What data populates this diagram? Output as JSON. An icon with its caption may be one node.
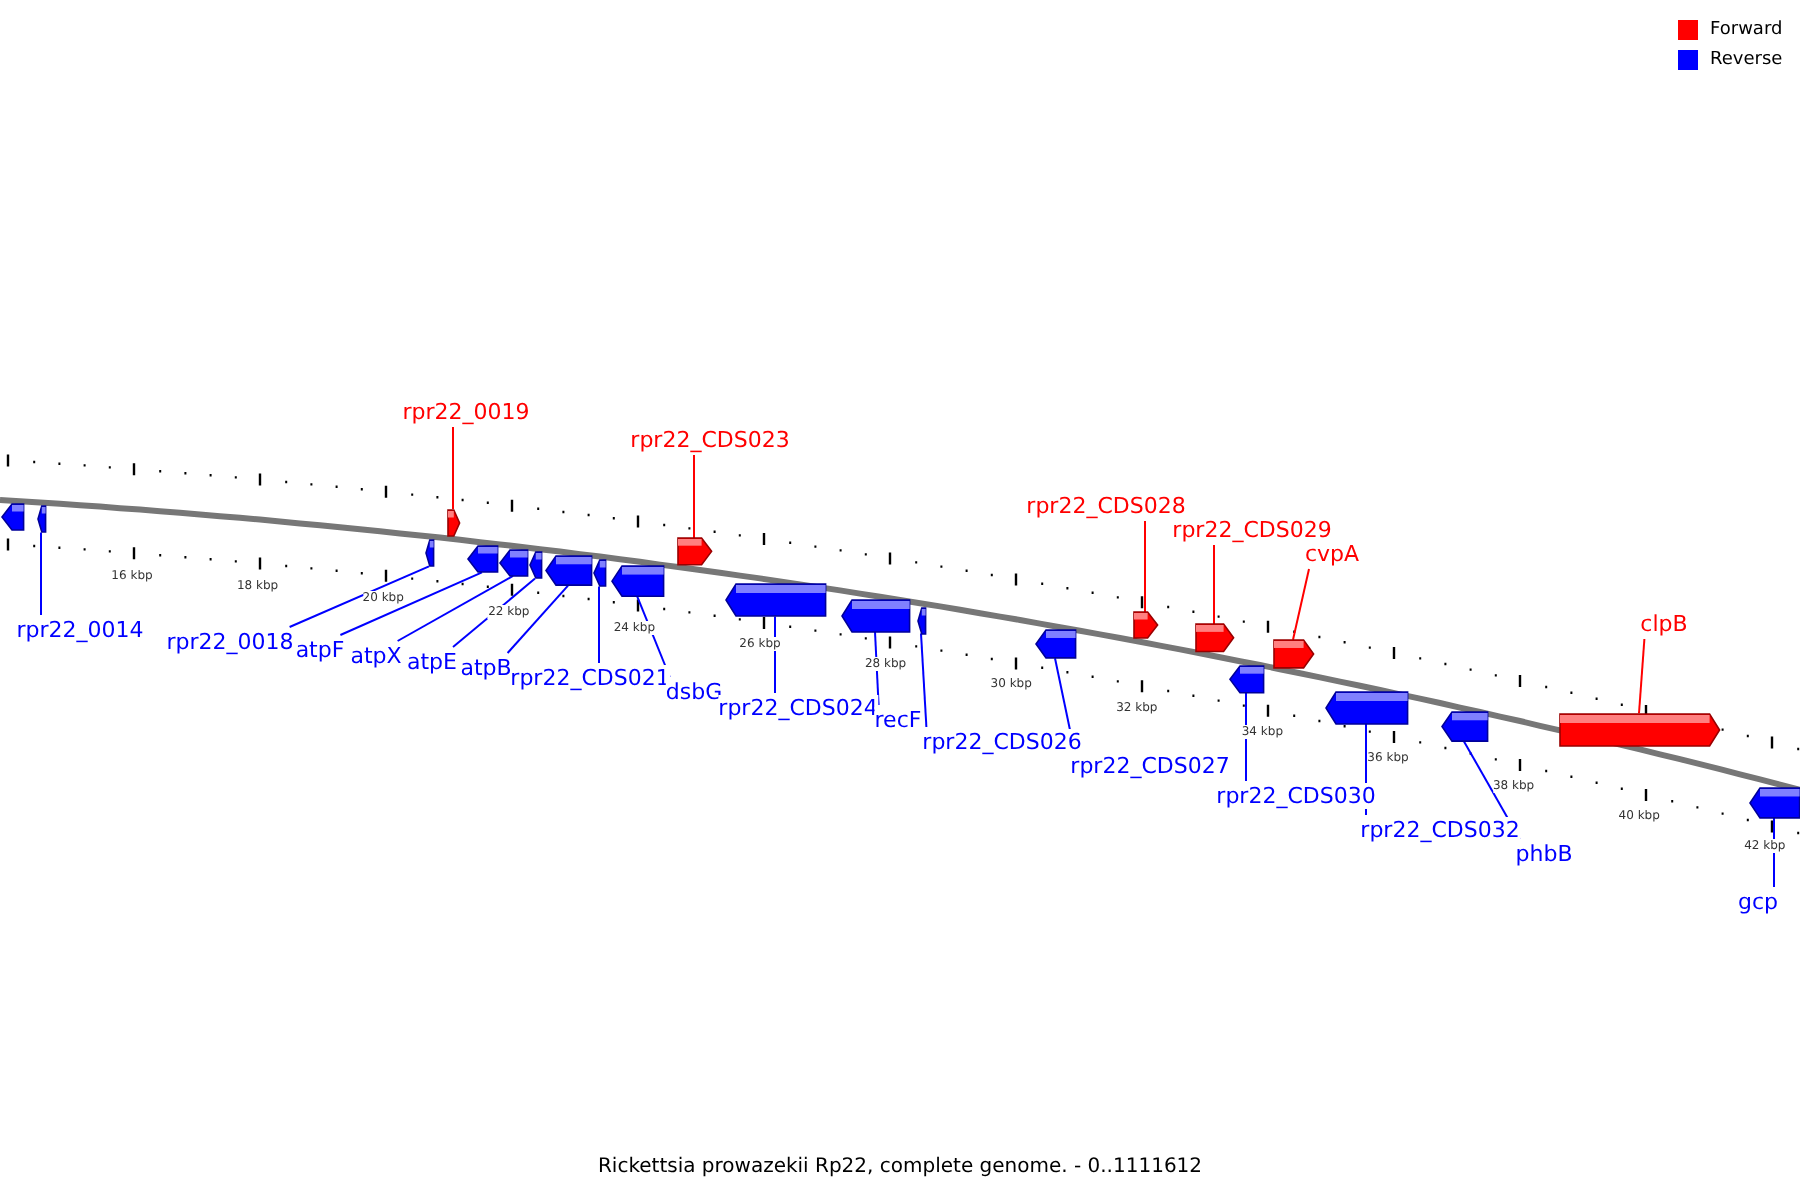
{
  "diagram": {
    "caption": "Rickettsia prowazekii Rp22, complete genome. - 0..1111612",
    "nodes": [
      {
        "text": [
          "rpr22_0019"
        ]
      },
      {
        "text": [
          "rpr22_CDS023"
        ]
      },
      {
        "text": [
          "rpr22_CDS028"
        ]
      },
      {
        "text": [
          "rpr22_CDS029"
        ]
      },
      {
        "text": [
          "cvpA"
        ]
      },
      {
        "text": [
          "clpB"
        ]
      },
      {
        "text": [
          "rpr22_0014"
        ]
      },
      {
        "text": [
          "rpr22_0018"
        ]
      },
      {
        "text": [
          "atpF"
        ]
      },
      {
        "text": [
          "atpX"
        ]
      },
      {
        "text": [
          "atpE"
        ]
      },
      {
        "text": [
          "atpB"
        ]
      },
      {
        "text": [
          "rpr22_CDS021"
        ]
      },
      {
        "text": [
          "dsbG"
        ]
      },
      {
        "text": [
          "rpr22_CDS024"
        ]
      },
      {
        "text": [
          "recF"
        ]
      },
      {
        "text": [
          "rpr22_CDS026"
        ]
      },
      {
        "text": [
          "rpr22_CDS027"
        ]
      },
      {
        "text": [
          "rpr22_CDS030"
        ]
      },
      {
        "text": [
          "rpr22_CDS032"
        ]
      },
      {
        "text": [
          "phbB"
        ]
      },
      {
        "text": [
          "gcp"
        ]
      },
      {
        "text": [],
        "shape": "arrow"
      },
      {
        "text": [],
        "shape": "arrow"
      },
      {
        "text": [],
        "shape": "arrow"
      },
      {
        "text": [],
        "shape": "arrow"
      },
      {
        "text": [],
        "shape": "arrow"
      },
      {
        "text": [],
        "shape": "arrow"
      },
      {
        "text": [],
        "shape": "arrow"
      },
      {
        "text": [],
        "shape": "arrow"
      },
      {
        "text": [],
        "shape": "arrow"
      },
      {
        "text": [],
        "shape": "arrow"
      },
      {
        "text": [],
        "shape": "arrow"
      },
      {
        "text": [],
        "shape": "arrow"
      },
      {
        "text": [],
        "shape": "arrow"
      },
      {
        "text": [],
        "shape": "arrow"
      },
      {
        "text": [],
        "shape": "arrow"
      },
      {
        "text": [],
        "shape": "arrow"
      },
      {
        "text": [],
        "shape": "arrow"
      },
      {
        "text": [],
        "shape": "arrow"
      },
      {
        "text": [],
        "shape": "arrow"
      },
      {
        "text": [],
        "shape": "arrow"
      },
      {
        "text": [],
        "shape": "arrow"
      },
      {
        "text": [],
        "shape": "arrow"
      },
      {
        "text": [],
        "shape": "arrow"
      }
    ],
    "edges": [
      {
        "from": 0,
        "to": 25,
        "arrow": "none",
        "color": "#ff0000"
      },
      {
        "from": 1,
        "to": 32,
        "arrow": "none",
        "color": "#ff0000"
      },
      {
        "from": 2,
        "to": 37,
        "arrow": "none",
        "color": "#ff0000"
      },
      {
        "from": 3,
        "to": 38,
        "arrow": "none",
        "color": "#ff0000"
      },
      {
        "from": 4,
        "to": 39,
        "arrow": "none",
        "color": "#ff0000"
      },
      {
        "from": 5,
        "to": 43,
        "arrow": "none",
        "color": "#ff0000"
      },
      {
        "from": 6,
        "to": 23,
        "arrow": "none"
      },
      {
        "from": 7,
        "to": 24,
        "arrow": "none"
      },
      {
        "from": 8,
        "to": 26,
        "arrow": "none"
      },
      {
        "from": 9,
        "to": 27,
        "arrow": "none"
      },
      {
        "from": 10,
        "to": 28,
        "arrow": "none"
      },
      {
        "from": 11,
        "to": 29,
        "arrow": "none"
      },
      {
        "from": 12,
        "to": 30,
        "arrow": "none"
      },
      {
        "from": 13,
        "to": 31,
        "arrow": "none"
      },
      {
        "from": 14,
        "to": 33,
        "arrow": "none"
      },
      {
        "from": 15,
        "to": 34,
        "arrow": "none"
      },
      {
        "from": 16,
        "to": 35,
        "arrow": "none"
      },
      {
        "from": 17,
        "to": 36,
        "arrow": "none"
      },
      {
        "from": 18,
        "to": 40,
        "arrow": "none"
      },
      {
        "from": 19,
        "to": 41,
        "arrow": "none"
      },
      {
        "from": 20,
        "to": 42,
        "arrow": "none"
      },
      {
        "from": 21,
        "to": 44,
        "arrow": "none"
      }
    ],
    "labels": [
      "16 kbp",
      "18 kbp",
      "20 kbp",
      "22 kbp",
      "24 kbp",
      "26 kbp",
      "28 kbp",
      "30 kbp",
      "32 kbp",
      "34 kbp",
      "36 kbp",
      "38 kbp",
      "40 kbp",
      "42 kbp"
    ],
    "legend": [
      {
        "text": "Forward",
        "color": "#ff0000"
      },
      {
        "text": "Reverse",
        "color": "#0000ff"
      }
    ]
  }
}
